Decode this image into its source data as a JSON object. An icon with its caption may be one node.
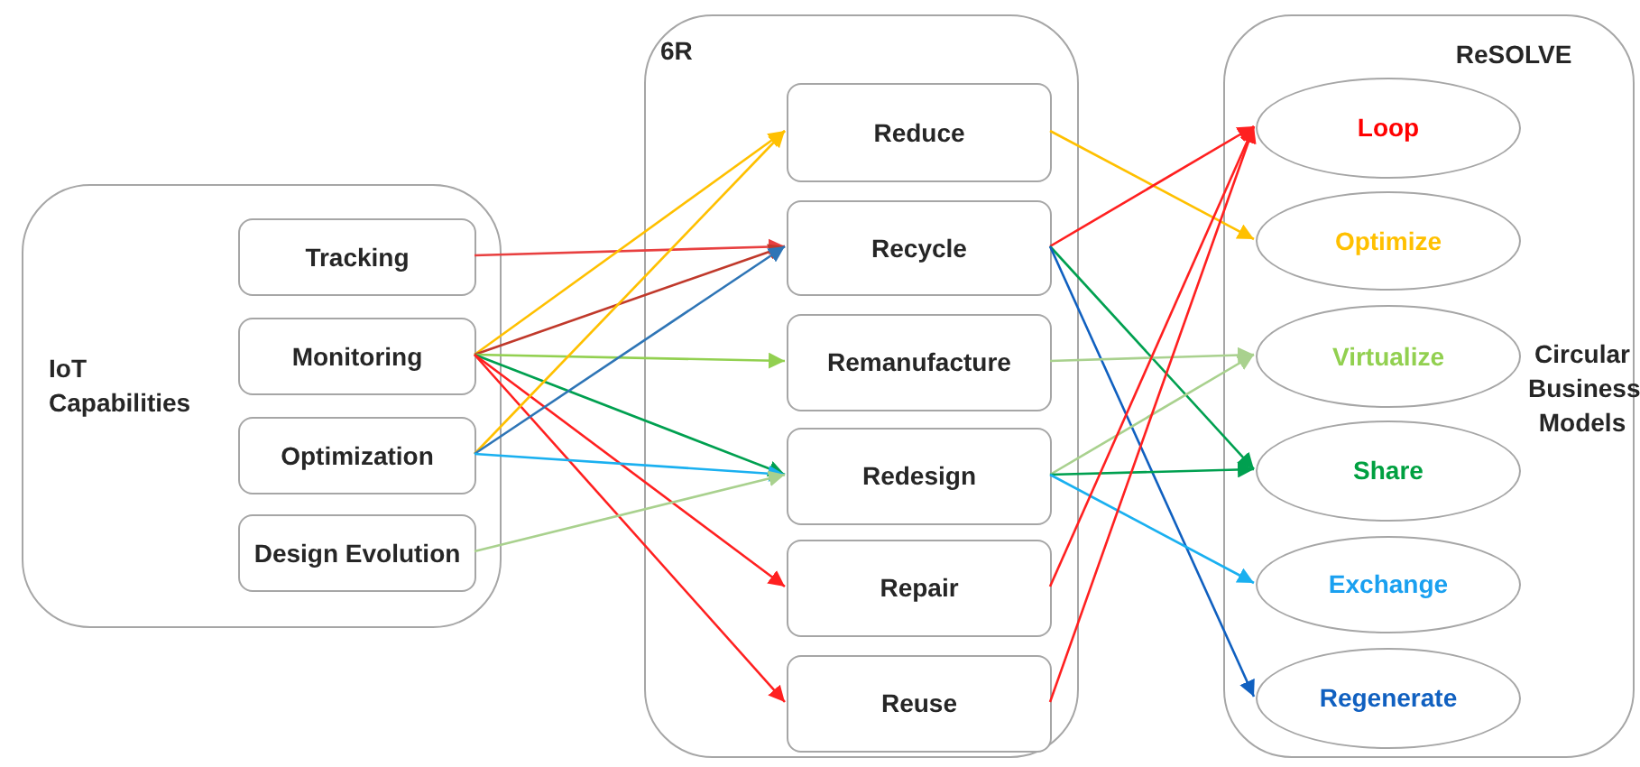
{
  "diagram": {
    "nodes": [
      {
        "text": [
          "IoT Capabilities"
        ]
      },
      {
        "text": [
          "Tracking"
        ],
        "in": 0
      },
      {
        "text": [
          "Monitoring"
        ],
        "in": 0
      },
      {
        "text": [
          "Optimization"
        ],
        "in": 0
      },
      {
        "text": [
          "Design Evolution"
        ],
        "in": 0
      },
      {
        "text": [
          "6R"
        ]
      },
      {
        "text": [
          "Reduce"
        ],
        "in": 5
      },
      {
        "text": [
          "Recycle"
        ],
        "in": 5
      },
      {
        "text": [
          "Remanufacture"
        ],
        "in": 5
      },
      {
        "text": [
          "Redesign"
        ],
        "in": 5
      },
      {
        "text": [
          "Repair"
        ],
        "in": 5
      },
      {
        "text": [
          "Reuse"
        ],
        "in": 5
      },
      {
        "text": [
          "ReSOLVE",
          "Circular Business Models"
        ]
      },
      {
        "text": [
          "Loop"
        ],
        "in": 12
      },
      {
        "text": [
          "Optimize"
        ],
        "in": 12
      },
      {
        "text": [
          "Virtualize"
        ],
        "in": 12
      },
      {
        "text": [
          "Share"
        ],
        "in": 12
      },
      {
        "text": [
          "Exchange"
        ],
        "in": 12
      },
      {
        "text": [
          "Regenerate"
        ],
        "in": 12
      }
    ],
    "edges": [
      {
        "from": 1,
        "to": 7,
        "arrow": "to",
        "color": "#e84040"
      },
      {
        "from": 2,
        "to": 6,
        "arrow": "to",
        "color": "#ffc000"
      },
      {
        "from": 2,
        "to": 7,
        "arrow": "to",
        "color": "#c0392b"
      },
      {
        "from": 2,
        "to": 8,
        "arrow": "to",
        "color": "#92d050"
      },
      {
        "from": 2,
        "to": 9,
        "arrow": "to",
        "color": "#00a050"
      },
      {
        "from": 2,
        "to": 10,
        "arrow": "to",
        "color": "#ff2020"
      },
      {
        "from": 2,
        "to": 11,
        "arrow": "to",
        "color": "#ff2020"
      },
      {
        "from": 3,
        "to": 6,
        "arrow": "to",
        "color": "#ffc000"
      },
      {
        "from": 3,
        "to": 7,
        "arrow": "to",
        "color": "#2e75b6"
      },
      {
        "from": 3,
        "to": 9,
        "arrow": "to",
        "color": "#1ab0f0"
      },
      {
        "from": 4,
        "to": 9,
        "arrow": "to",
        "color": "#a9d18e"
      },
      {
        "from": 6,
        "to": 14,
        "arrow": "to",
        "color": "#ffc000"
      },
      {
        "from": 7,
        "to": 13,
        "arrow": "to",
        "color": "#ff2020"
      },
      {
        "from": 7,
        "to": 16,
        "arrow": "to",
        "color": "#00a050"
      },
      {
        "from": 7,
        "to": 18,
        "arrow": "to",
        "color": "#1060c0"
      },
      {
        "from": 8,
        "to": 15,
        "arrow": "to",
        "color": "#a9d18e"
      },
      {
        "from": 9,
        "to": 15,
        "arrow": "to",
        "color": "#a9d18e"
      },
      {
        "from": 9,
        "to": 16,
        "arrow": "to",
        "color": "#00a050"
      },
      {
        "from": 9,
        "to": 17,
        "arrow": "to",
        "color": "#1ab0f0"
      },
      {
        "from": 10,
        "to": 13,
        "arrow": "to",
        "color": "#ff2020"
      },
      {
        "from": 11,
        "to": 13,
        "arrow": "to",
        "color": "#ff2020"
      }
    ]
  }
}
